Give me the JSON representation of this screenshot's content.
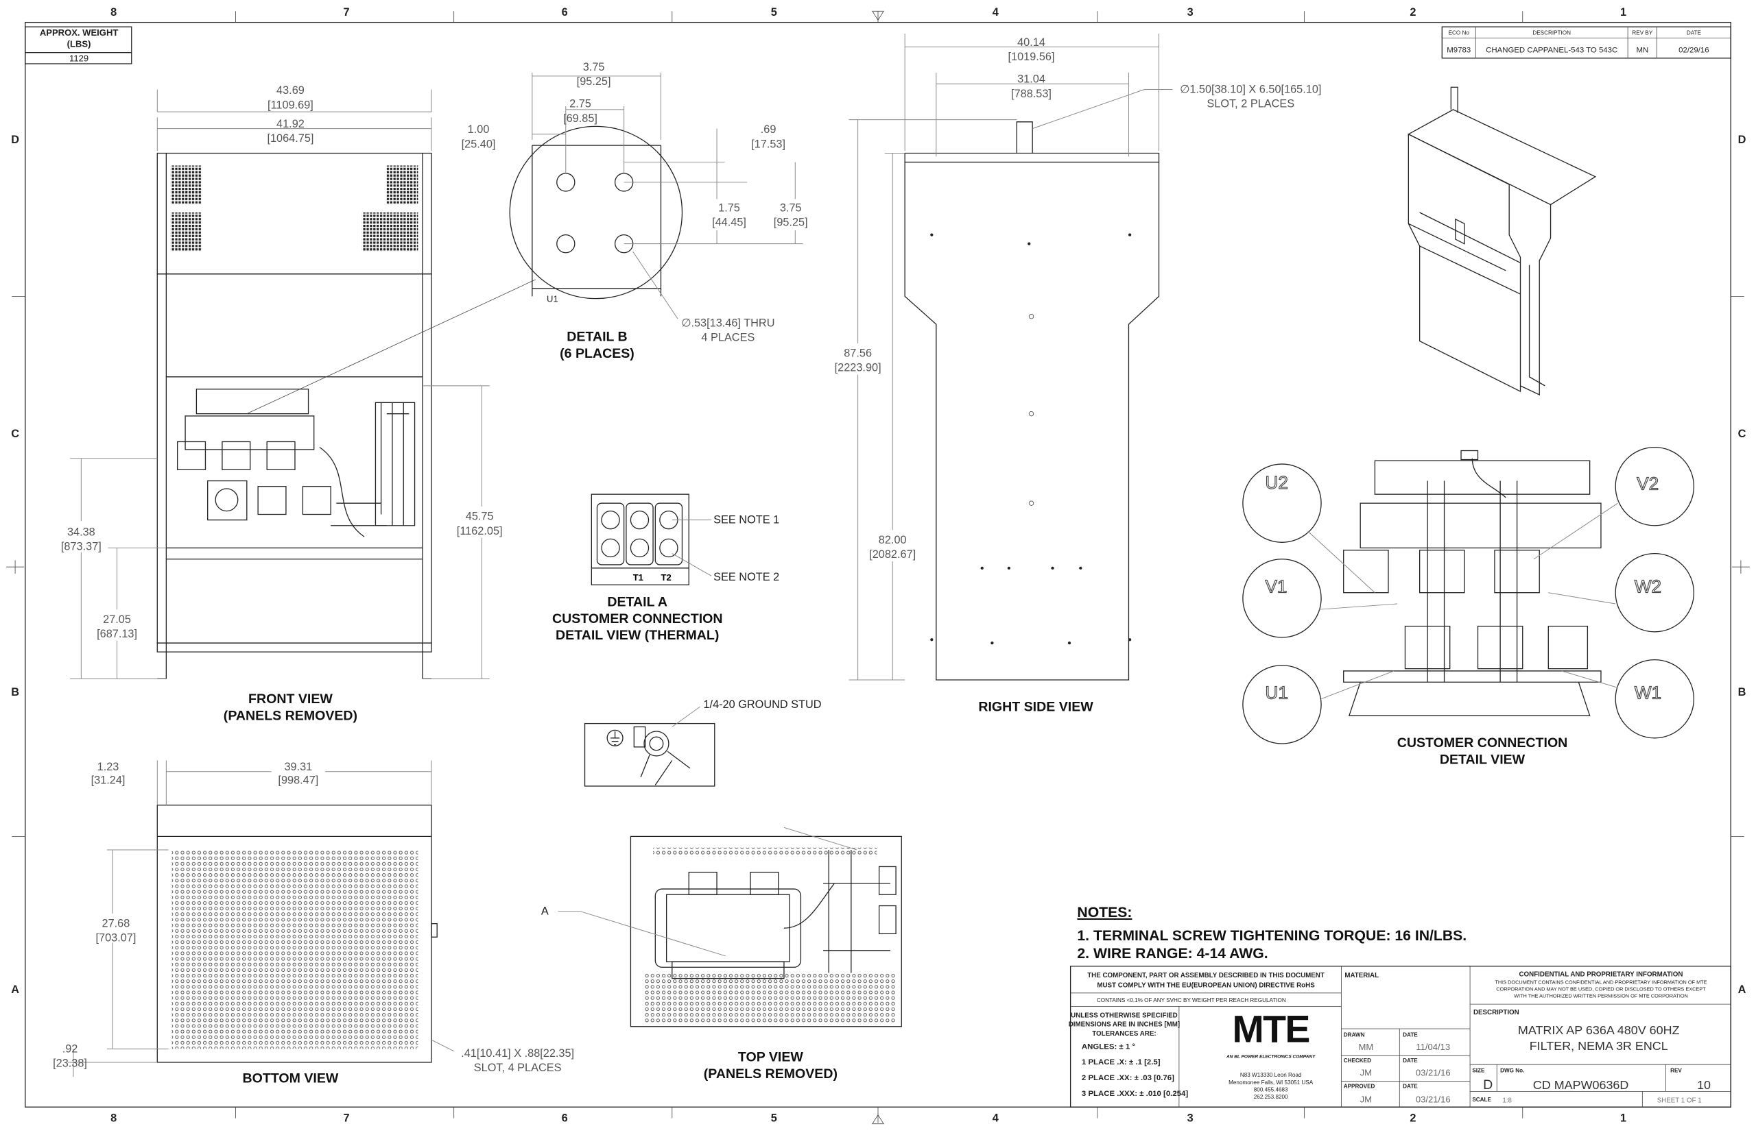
{
  "border": {
    "columns": [
      "8",
      "7",
      "6",
      "5",
      "4",
      "3",
      "2",
      "1"
    ],
    "rows": [
      "D",
      "C",
      "B",
      "A"
    ]
  },
  "weight": {
    "label1": "APPROX. WEIGHT",
    "label2": "(LBS)",
    "value": "1129"
  },
  "revision": {
    "headers": {
      "eco": "ECO No",
      "description": "DESCRIPTION",
      "rev_by": "REV BY",
      "date": "DATE"
    },
    "row": {
      "eco": "M9783",
      "description": "CHANGED CAPPANEL-543 TO 543C",
      "rev_by": "MN",
      "date": "02/29/16"
    }
  },
  "front_view": {
    "title1": "FRONT VIEW",
    "title2": "(PANELS REMOVED)",
    "dims": [
      {
        "in": "43.69",
        "mm": "[1109.69]"
      },
      {
        "in": "41.92",
        "mm": "[1064.75]"
      },
      {
        "in": "34.38",
        "mm": "[873.37]"
      },
      {
        "in": "27.05",
        "mm": "[687.13]"
      },
      {
        "in": "45.75",
        "mm": "[1162.05]"
      }
    ]
  },
  "detail_b": {
    "title1": "DETAIL B",
    "title2": "(6 PLACES)",
    "label": "U1",
    "dims": [
      {
        "in": "3.75",
        "mm": "[95.25]"
      },
      {
        "in": "2.75",
        "mm": "[69.85]"
      },
      {
        "in": "1.00",
        "mm": "[25.40]"
      },
      {
        "in": ".69",
        "mm": "[17.53]"
      },
      {
        "in": "1.75",
        "mm": "[44.45]"
      },
      {
        "in": "3.75",
        "mm": "[95.25]"
      }
    ],
    "hole_note1": "∅.53[13.46] THRU",
    "hole_note2": "4 PLACES"
  },
  "detail_a": {
    "title1": "DETAIL A",
    "title2": "CUSTOMER CONNECTION",
    "title3": "DETAIL VIEW (THERMAL)",
    "note1": "SEE NOTE 1",
    "note2": "SEE NOTE 2",
    "t1": "T1",
    "t2": "T2"
  },
  "right_side_view": {
    "title": "RIGHT SIDE VIEW",
    "dims": [
      {
        "in": "40.14",
        "mm": "[1019.56]"
      },
      {
        "in": "31.04",
        "mm": "[788.53]"
      },
      {
        "in": "87.56",
        "mm": "[2223.90]"
      },
      {
        "in": "82.00",
        "mm": "[2082.67]"
      }
    ],
    "slot_note1": "∅1.50[38.10] X 6.50[165.10]",
    "slot_note2": "SLOT, 2 PLACES"
  },
  "customer_connection": {
    "title1": "CUSTOMER CONNECTION",
    "title2": "DETAIL VIEW",
    "labels": [
      "U2",
      "V1",
      "U1",
      "V2",
      "W2",
      "W1"
    ]
  },
  "bottom_view": {
    "title": "BOTTOM VIEW",
    "dims": [
      {
        "in": "1.23",
        "mm": "[31.24]"
      },
      {
        "in": "39.31",
        "mm": "[998.47]"
      },
      {
        "in": "27.68",
        "mm": "[703.07]"
      },
      {
        "in": ".92",
        "mm": "[23.38]"
      }
    ],
    "slot_note1": ".41[10.41] X .88[22.35]",
    "slot_note2": "SLOT, 4 PLACES"
  },
  "top_view": {
    "title1": "TOP VIEW",
    "title2": "(PANELS REMOVED)",
    "ground_stud": "1/4-20 GROUND STUD",
    "detail_ref": "A"
  },
  "notes": {
    "heading": "NOTES:",
    "items": [
      "1.  TERMINAL SCREW TIGHTENING TORQUE: 16 IN/LBS.",
      "2.  WIRE RANGE: 4-14 AWG."
    ]
  },
  "title_block": {
    "rohs1": "THE COMPONENT, PART OR ASSEMBLY DESCRIBED IN THIS DOCUMENT",
    "rohs2": "MUST COMPLY WITH THE EU(EUROPEAN UNION) DIRECTIVE RoHS",
    "reach": "CONTAINS <0.1% OF ANY SVHC BY WEIGHT PER REACH REGULATION",
    "tol1": "UNLESS OTHERWISE SPECIFIED",
    "tol2": "DIMENSIONS ARE IN INCHES [MM]",
    "tol3": "TOLERANCES ARE:",
    "angles": "ANGLES: ± 1 °",
    "place1": "1 PLACE .X: ± .1 [2.5]",
    "place2": "2 PLACE .XX: ± .03 [0.76]",
    "place3": "3 PLACE .XXX: ± .010 [0.254]",
    "logo": "MTE",
    "logo_tag": "AN BL POWER ELECTRONICS COMPANY",
    "address": [
      "N83 W13330 Leon Road",
      "Menomonee Falls, WI 53051 USA",
      "800.455.4683",
      "262.253.8200"
    ],
    "material_label": "MATERIAL",
    "drawn_label": "DRAWN",
    "drawn": "MM",
    "drawn_date": "11/04/13",
    "checked_label": "CHECKED",
    "checked": "JM",
    "checked_date": "03/21/16",
    "approved_label": "APPROVED",
    "approved": "JM",
    "approved_date": "03/21/16",
    "date_label": "DATE",
    "conf_title": "CONFIDENTIAL AND PROPRIETARY INFORMATION",
    "conf1": "THIS DOCUMENT CONTAINS CONFIDENTIAL AND PROPRIETARY INFORMATION OF MTE",
    "conf2": "CORPORATION AND MAY NOT BE USED, COPIED OR DISCLOSED TO OTHERS EXCEPT",
    "conf3": "WITH THE AUTHORIZED WRITTEN PERMISSION OF MTE CORPORATION",
    "description_label": "DESCRIPTION",
    "description1": "MATRIX AP 636A 480V 60HZ",
    "description2": "FILTER, NEMA 3R ENCL",
    "size_label": "SIZE",
    "size": "D",
    "dwg_label": "DWG No.",
    "dwg": "CD MAPW0636D",
    "rev_label": "REV",
    "rev": "10",
    "scale_label": "SCALE",
    "scale": "1:8",
    "sheet": "SHEET 1  OF 1"
  }
}
